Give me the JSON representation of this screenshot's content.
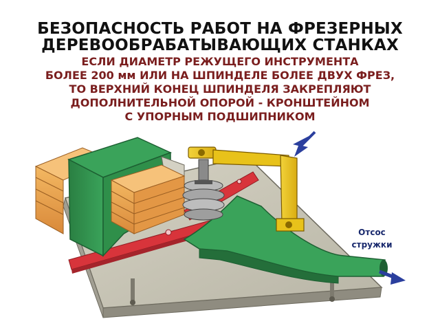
{
  "title": {
    "line1": "БЕЗОПАСНОСТЬ РАБОТ НА ФРЕЗЕРНЫХ",
    "line2": "ДЕРЕВООБРАБАТЫВАЮЩИХ СТАНКАХ"
  },
  "subtitle": {
    "lines": [
      "ЕСЛИ ДИАМЕТР РЕЖУЩЕГО ИНСТРУМЕНТА",
      "БОЛЕЕ 200 мм ИЛИ НА ШПИНДЕЛЕ БОЛЕЕ ДВУХ ФРЕЗ,",
      "ТО ВЕРХНИЙ КОНЕЦ ШПИНДЕЛЯ ЗАКРЕПЛЯЮТ",
      "ДОПОЛНИТЕЛЬНОЙ ОПОРОЙ - КРОНШТЕЙНОМ",
      "С УПОРНЫМ ПОДШИПНИКОМ"
    ]
  },
  "label": {
    "line1": "Отсос",
    "line2": "стружки"
  },
  "colors": {
    "title": "#111111",
    "subtitle": "#7a1e1e",
    "guard_green": "#2f8f4a",
    "bracket_yellow": "#e8c21a",
    "ruler_red": "#d8343b",
    "table_grey": "#c9c6b8",
    "wood": "#e9a24f",
    "arrow_blue": "#2b3f9e"
  }
}
